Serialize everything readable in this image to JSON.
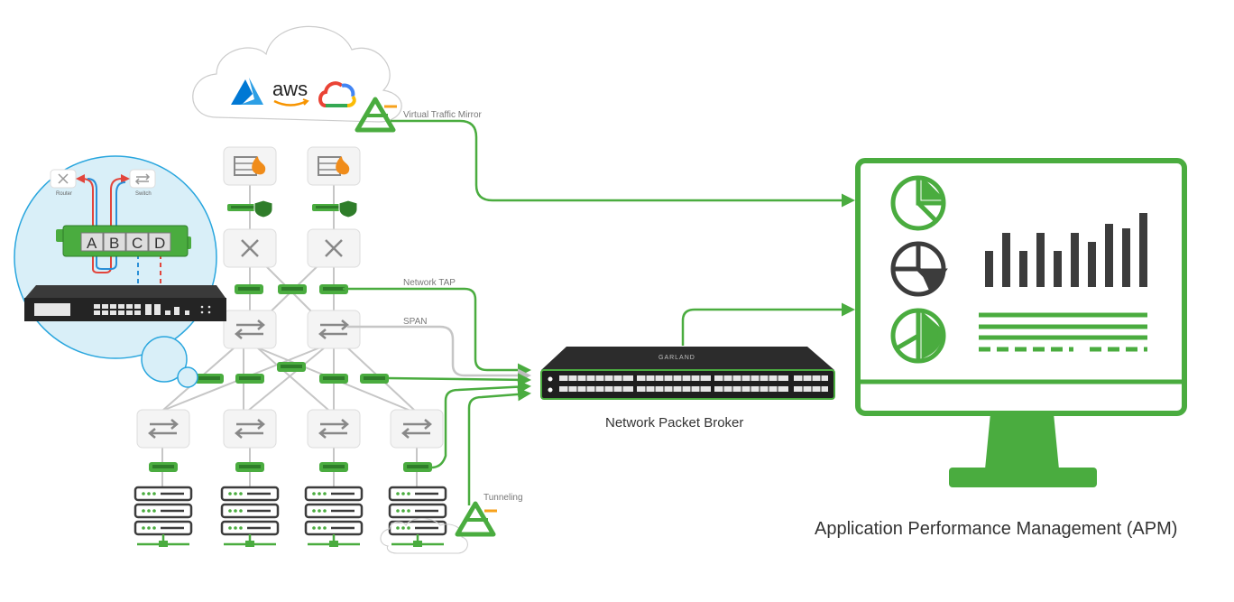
{
  "labels": {
    "virtual_traffic_mirror": "Virtual Traffic Mirror",
    "network_tap": "Network TAP",
    "span": "SPAN",
    "tunneling": "Tunneling",
    "network_packet_broker": "Network Packet Broker",
    "apm": "Application Performance Management (APM)",
    "router": "Router",
    "switch": "Switch",
    "aws": "aws",
    "brand": "GARLAND"
  },
  "tap_ports": [
    "A",
    "B",
    "C",
    "D"
  ],
  "colors": {
    "green": "#4aac3f",
    "dark_green": "#2f7d2a",
    "light_blue_fill": "#d9eff8",
    "light_blue_stroke": "#29a6de",
    "red": "#e2453c",
    "blue": "#2a8fd7",
    "gray_line": "#bdbdbd",
    "dark_gray": "#3c3c3c"
  },
  "icons": {
    "azure": "azure-logo-icon",
    "aws": "aws-logo-icon",
    "gcp": "google-cloud-logo-icon",
    "firewall": "firewall-icon",
    "router": "router-icon",
    "switch": "switch-icon",
    "tap": "network-tap-icon",
    "server": "server-rack-icon",
    "mirror": "virtual-traffic-mirror-icon",
    "packet_broker": "packet-broker-icon",
    "monitor": "apm-monitor-icon"
  }
}
